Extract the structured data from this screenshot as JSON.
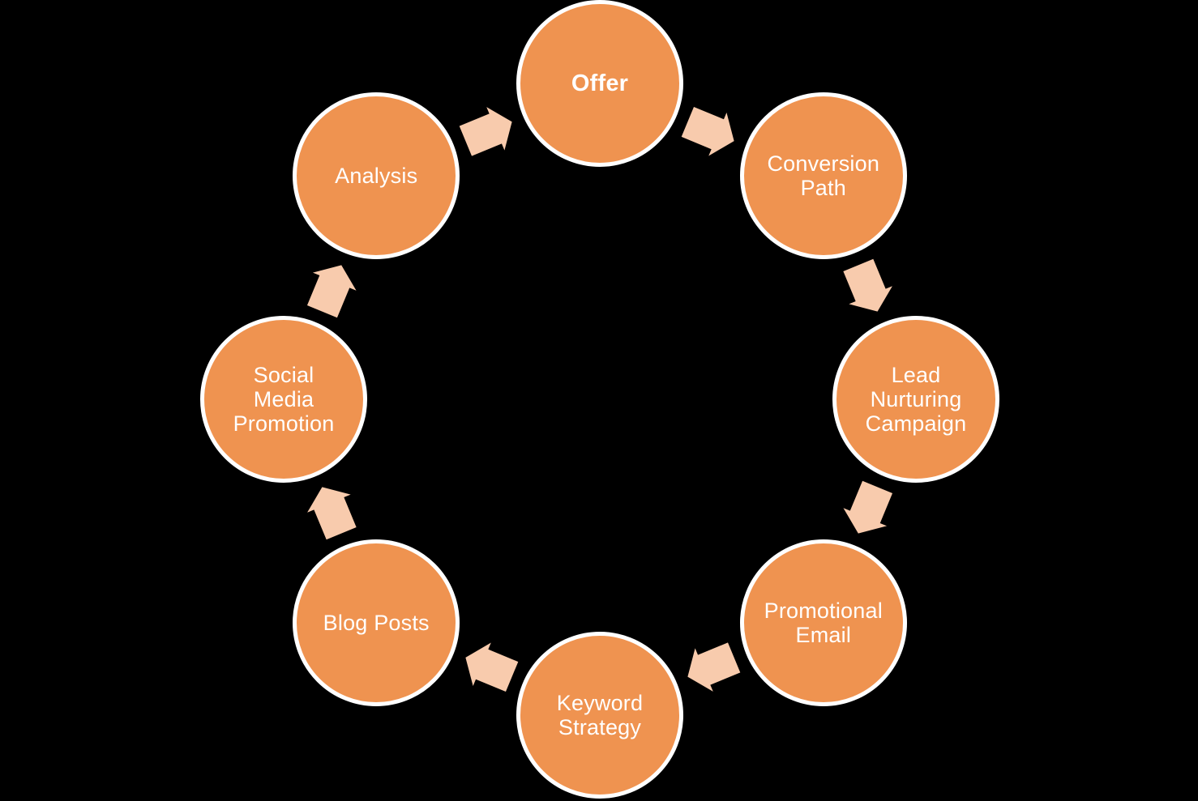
{
  "diagram": {
    "type": "cycle",
    "flow": "clockwise",
    "nodes": [
      {
        "label": "Offer",
        "bold": true,
        "lines": [
          "Offer"
        ]
      },
      {
        "label": "Conversion Path",
        "bold": false,
        "lines": [
          "Conversion",
          "Path"
        ]
      },
      {
        "label": "Lead Nurturing Campaign",
        "bold": false,
        "lines": [
          "Lead",
          "Nurturing",
          "Campaign"
        ]
      },
      {
        "label": "Promotional Email",
        "bold": false,
        "lines": [
          "Promotional",
          "Email"
        ]
      },
      {
        "label": "Keyword Strategy",
        "bold": false,
        "lines": [
          "Keyword",
          "Strategy"
        ]
      },
      {
        "label": "Blog Posts",
        "bold": false,
        "lines": [
          "Blog Posts"
        ]
      },
      {
        "label": "Social Media Promotion",
        "bold": false,
        "lines": [
          "Social",
          "Media",
          "Promotion"
        ]
      },
      {
        "label": "Analysis",
        "bold": false,
        "lines": [
          "Analysis"
        ]
      }
    ],
    "colors": {
      "node_fill": "#EF9350",
      "node_border": "#FFFFFF",
      "arrow_fill": "#F8CBAD",
      "label_text": "#FFFFFF",
      "background": "#000000"
    }
  }
}
